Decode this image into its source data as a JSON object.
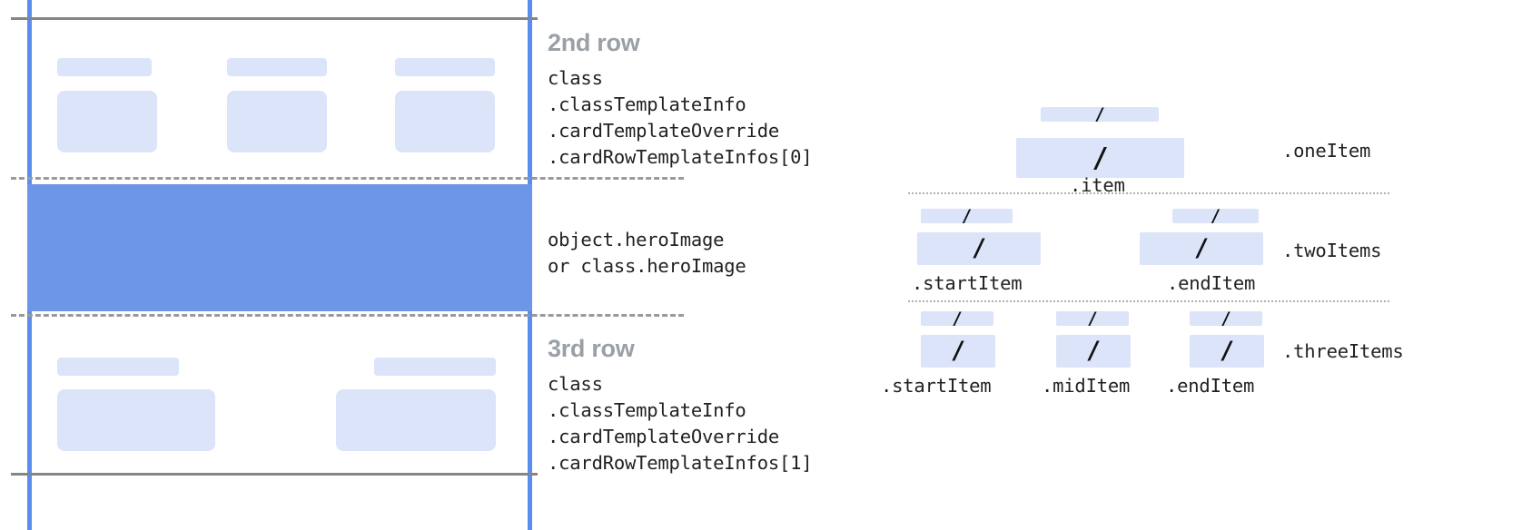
{
  "card_diagram": {
    "rows": [
      {
        "title": "2nd row",
        "code": "class\n.classTemplateInfo\n.cardTemplateOverride\n.cardRowTemplateInfos[0]",
        "cells": 3
      },
      {
        "title": "",
        "code": "object.heroImage\nor class.heroImage",
        "cells": 0
      },
      {
        "title": "3rd row",
        "code": "class\n.classTemplateInfo\n.cardTemplateOverride\n.cardRowTemplateInfos[1]",
        "cells": 2
      }
    ]
  },
  "item_diagram": {
    "slash_glyph": "/",
    "sections": [
      {
        "name": ".oneItem",
        "items": [
          ".item"
        ]
      },
      {
        "name": ".twoItems",
        "items": [
          ".startItem",
          ".endItem"
        ]
      },
      {
        "name": ".threeItems",
        "items": [
          ".startItem",
          ".midItem",
          ".endItem"
        ]
      }
    ]
  },
  "colors": {
    "guide_blue": "#5b8dee",
    "hero_blue": "#6d96e8",
    "skeleton_blue": "#dce4f9",
    "rule_gray": "#858585",
    "dash_gray": "#9a9a9a",
    "dot_gray": "#b0b0b0",
    "title_gray": "#9aa0a6",
    "code_black": "#222222"
  }
}
